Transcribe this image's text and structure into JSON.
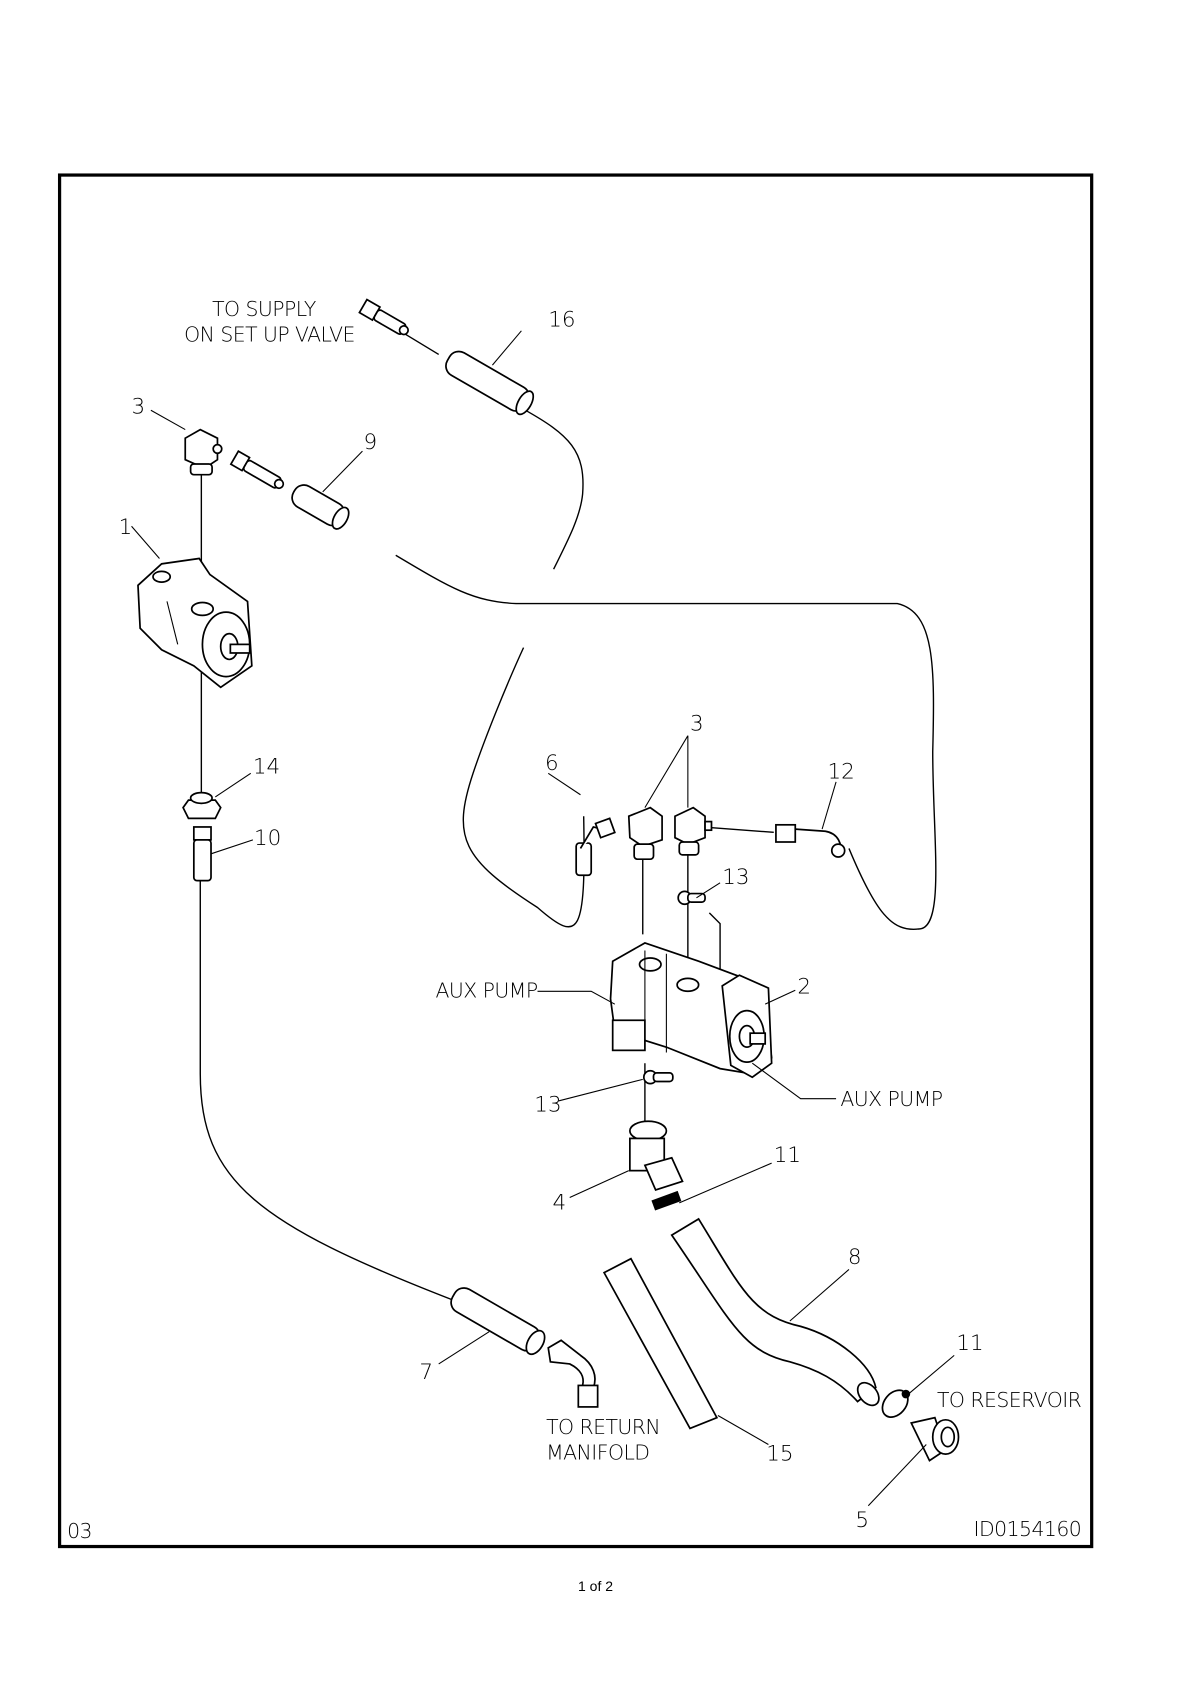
{
  "drawing": {
    "callouts": {
      "supply_label_1": "TO SUPPLY",
      "supply_label_2": "ON SET UP VALVE",
      "return_label_1": "TO RETURN",
      "return_label_2": "MANIFOLD",
      "reservoir_label": "TO RESERVOIR",
      "aux_pump_left": "AUX PUMP",
      "aux_pump_right": "AUX PUMP"
    },
    "item_numbers": {
      "n1": "1",
      "n2": "2",
      "n3a": "3",
      "n3b": "3",
      "n4": "4",
      "n5": "5",
      "n6": "6",
      "n7": "7",
      "n8": "8",
      "n9": "9",
      "n10": "10",
      "n11a": "11",
      "n11b": "11",
      "n12": "12",
      "n13a": "13",
      "n13b": "13",
      "n14": "14",
      "n15": "15",
      "n16": "16"
    },
    "sheet_code": "03",
    "drawing_id": "ID0154160"
  },
  "page": {
    "page_indicator": "1 of 2"
  }
}
